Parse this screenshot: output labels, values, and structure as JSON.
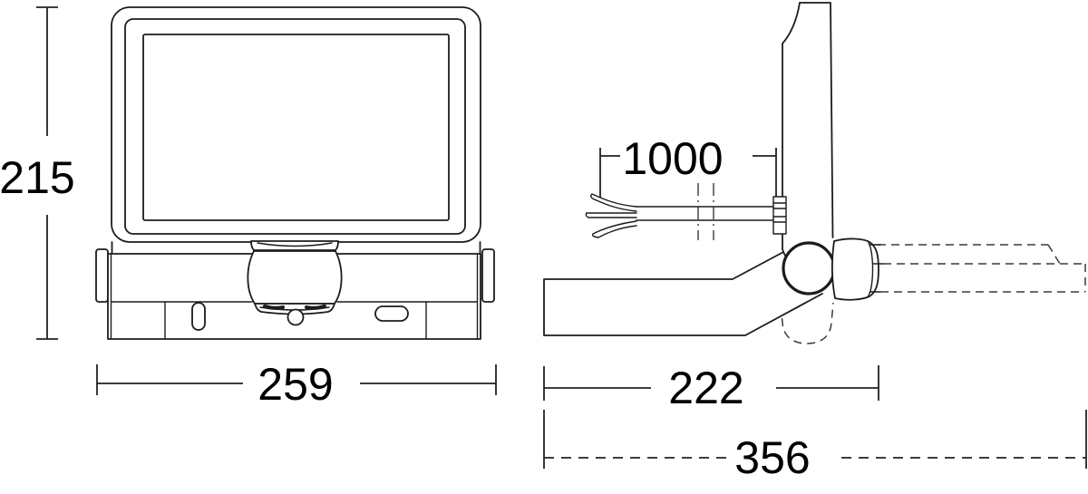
{
  "drawing": {
    "background_color": "#ffffff",
    "line_color": "#1c1c1c",
    "text_color": "#000000",
    "views": [
      {
        "id": "front-view",
        "description": "floodlight front elevation"
      },
      {
        "id": "side-view",
        "description": "floodlight side elevation with wall bracket and cable"
      }
    ],
    "dimensions": {
      "height": "215",
      "width": "259",
      "cable_length": "1000",
      "bracket_depth": "222",
      "overall_depth": "356"
    }
  }
}
